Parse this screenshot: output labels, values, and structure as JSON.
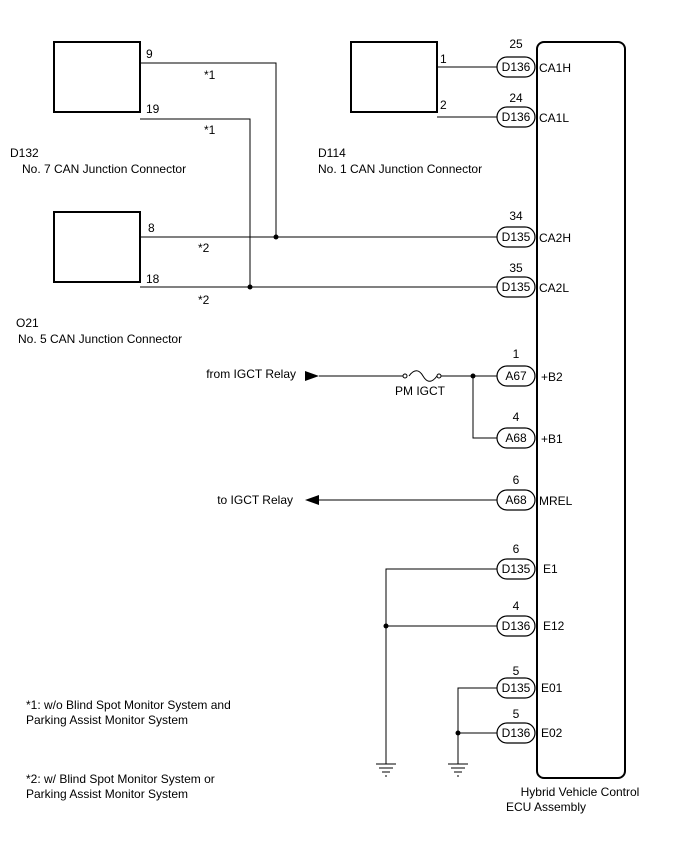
{
  "jc_d132": {
    "code": "D132",
    "name": "No. 7 CAN Junction Connector",
    "pin_a": "9",
    "pin_b": "19"
  },
  "jc_o21": {
    "code": "O21",
    "name": "No. 5 CAN Junction Connector",
    "pin_a": "8",
    "pin_b": "18"
  },
  "jc_d114": {
    "code": "D114",
    "name": "No. 1 CAN Junction Connector",
    "pin_a": "1",
    "pin_b": "2"
  },
  "wire_notes": {
    "n1": "*1",
    "n2": "*2"
  },
  "ecu": {
    "line1": "Hybrid Vehicle Control",
    "line2": "ECU Assembly"
  },
  "terminals": [
    {
      "pin": "25",
      "connector": "D136",
      "signal": "CA1H"
    },
    {
      "pin": "24",
      "connector": "D136",
      "signal": "CA1L"
    },
    {
      "pin": "34",
      "connector": "D135",
      "signal": "CA2H"
    },
    {
      "pin": "35",
      "connector": "D135",
      "signal": "CA2L"
    },
    {
      "pin": "1",
      "connector": "A67",
      "signal": "+B2"
    },
    {
      "pin": "4",
      "connector": "A68",
      "signal": "+B1"
    },
    {
      "pin": "6",
      "connector": "A68",
      "signal": "MREL"
    },
    {
      "pin": "6",
      "connector": "D135",
      "signal": "E1"
    },
    {
      "pin": "4",
      "connector": "D136",
      "signal": "E12"
    },
    {
      "pin": "5",
      "connector": "D135",
      "signal": "E01"
    },
    {
      "pin": "5",
      "connector": "D136",
      "signal": "E02"
    }
  ],
  "from_relay": "from IGCT Relay",
  "to_relay": "to IGCT Relay",
  "fuse": "PM IGCT",
  "notes": {
    "n1_line1": "*1: w/o Blind Spot Monitor System and",
    "n1_line2": "Parking Assist Monitor System",
    "n2_line1": "*2: w/ Blind Spot Monitor System or",
    "n2_line2": "Parking Assist Monitor System"
  }
}
